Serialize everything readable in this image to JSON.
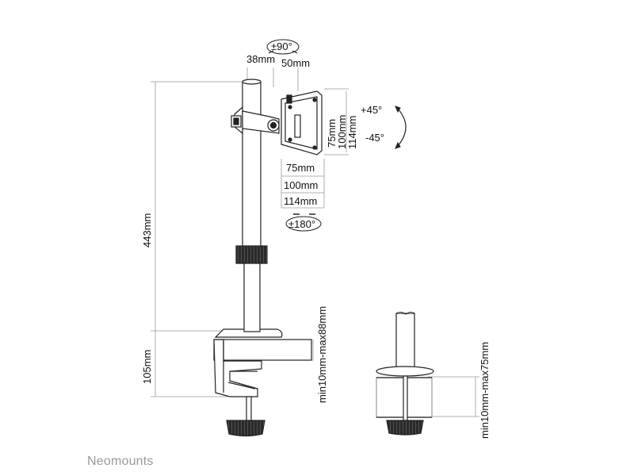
{
  "labels": {
    "tilt_top": "±90°",
    "offset_a": "38mm",
    "offset_b": "50mm",
    "tilt_up": "+45°",
    "tilt_down": "-45°",
    "vesa_v1": "75mm",
    "vesa_v2": "100mm",
    "vesa_v3": "114mm",
    "vesa_h1": "75mm",
    "vesa_h2": "100mm",
    "vesa_h3": "114mm",
    "rotate": "±180°",
    "height": "443mm",
    "clamp_height": "105mm",
    "clamp_range": "min10mm-max88mm",
    "grommet_range": "min10mm-max75mm"
  },
  "brand": "Neomounts"
}
